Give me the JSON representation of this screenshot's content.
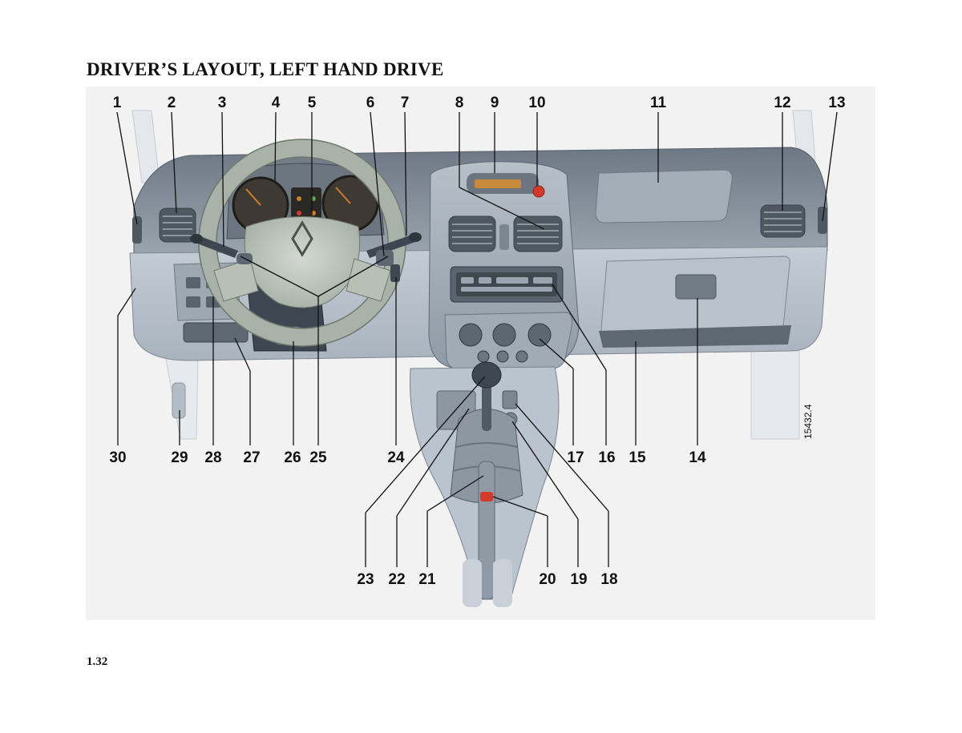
{
  "page": {
    "title": "DRIVER’S LAYOUT, LEFT HAND DRIVE",
    "page_number": "1.32",
    "figure_ref": "15432.4"
  },
  "illustration": {
    "subject": "dashboard-left-hand-drive",
    "colors": {
      "background": "#f2f2f2",
      "dash_dark": "#7f8b97",
      "dash_mid": "#a8b2bc",
      "dash_light": "#c8d0d8",
      "steering": "#c0c8bf",
      "accent_red": "#d23a2a",
      "accent_amber": "#d07c2a"
    },
    "callouts_top": [
      "1",
      "2",
      "3",
      "4",
      "5",
      "6",
      "7",
      "8",
      "9",
      "10",
      "11",
      "12",
      "13"
    ],
    "callouts_middle": [
      "30",
      "29",
      "28",
      "27",
      "26",
      "25",
      "24",
      "17",
      "16",
      "15",
      "14"
    ],
    "callouts_bottom": [
      "23",
      "22",
      "21",
      "20",
      "19",
      "18"
    ]
  }
}
